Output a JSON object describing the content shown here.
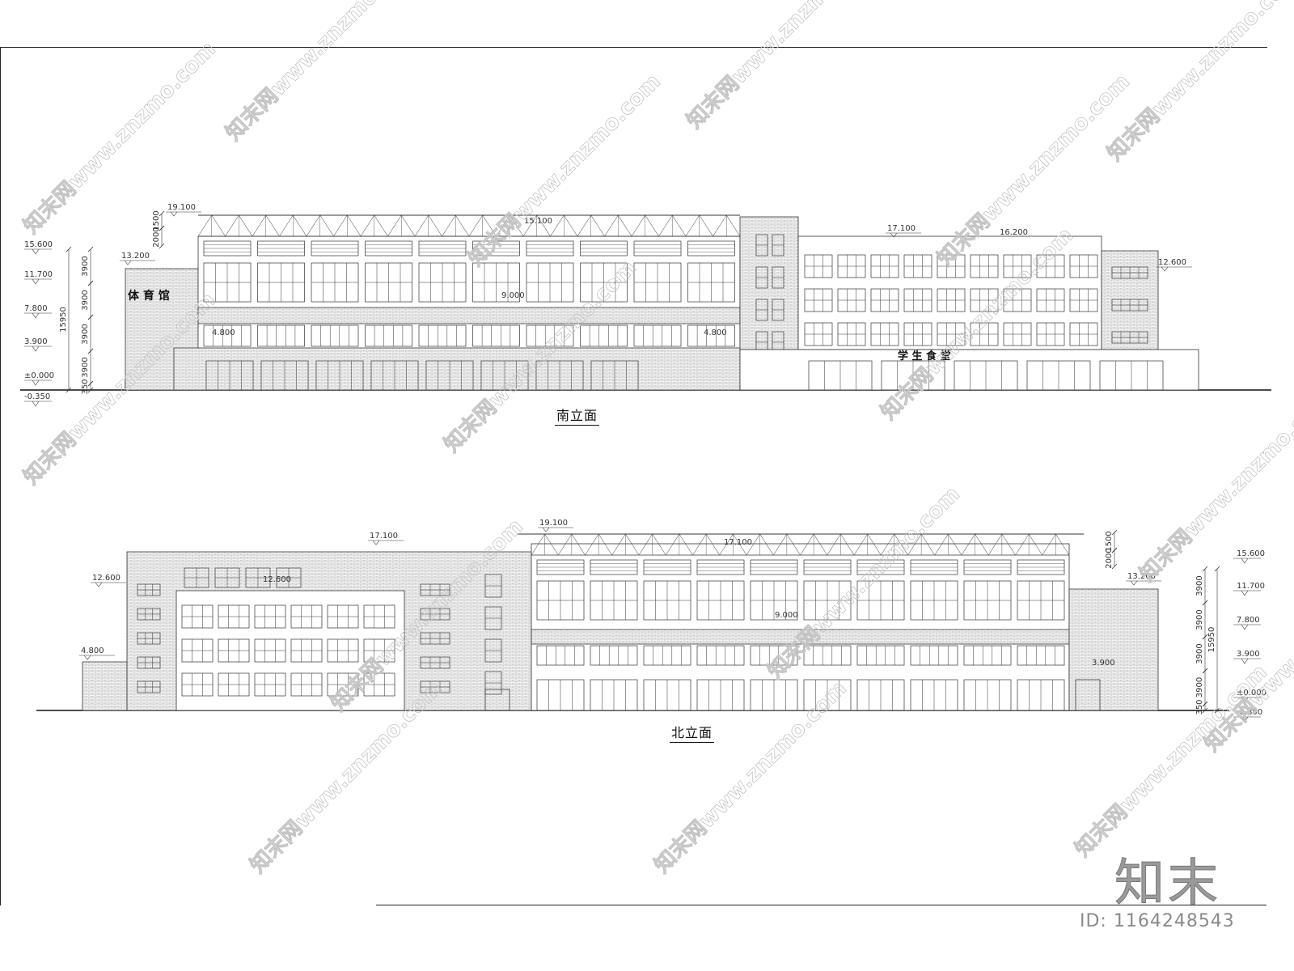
{
  "south": {
    "title": "南立面",
    "levels_left": [
      "15.600",
      "11.700",
      "7.800",
      "3.900",
      "±0.000",
      "-0.350"
    ],
    "dims_vertical": [
      "3900",
      "3900",
      "3900",
      "3900",
      "350",
      "1500",
      "2000"
    ],
    "total_height": "15950",
    "elevations": {
      "gym_top": "19.100",
      "gym_parapet": "13.200",
      "truss_mid": "15.100",
      "canteen_top": "17.100",
      "canteen_roof": "16.200",
      "canteen_right": "12.600",
      "floor_9": "9.000",
      "canopy_left": "4.800",
      "canopy_right": "4.800"
    },
    "labels": {
      "gym": "体 育 馆",
      "canteen": "学 生 食 堂"
    }
  },
  "north": {
    "title": "北立面",
    "levels_right": [
      "15.600",
      "11.700",
      "7.800",
      "3.900",
      "±0.000",
      "-0.350"
    ],
    "dims_vertical": [
      "3900",
      "3900",
      "3900",
      "3900",
      "350",
      "1500",
      "2000"
    ],
    "total_height": "15950",
    "elevations": {
      "left_parapet": "12.600",
      "left_low": "4.800",
      "canteen_top": "17.100",
      "canteen_inner": "12.600",
      "gym_top": "19.100",
      "truss_mid": "17.100",
      "gym_parapet": "13.200",
      "floor_9": "9.000",
      "canopy": "3.900"
    }
  },
  "watermark": {
    "text": "知末网www.znzmo.com"
  },
  "logo": {
    "text": "知末"
  },
  "id_label": {
    "text": "ID: 1164248543"
  }
}
